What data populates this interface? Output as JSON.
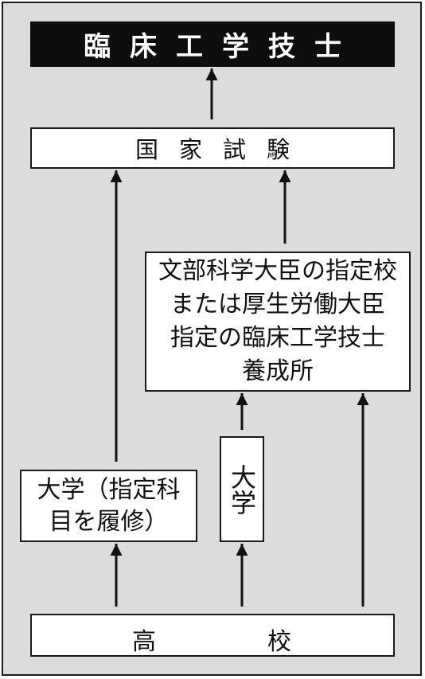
{
  "boxes": {
    "title": "臨床工学技士",
    "exam": "国家試験",
    "school": [
      "文部科学大臣の指定校",
      "または厚生労働大臣",
      "指定の臨床工学技士",
      "養成所"
    ],
    "univ_spec": [
      "大学（指定科",
      "目を履修）"
    ],
    "univ": "大学",
    "high_school": [
      "高",
      "校"
    ]
  },
  "colors": {
    "background": "#dcdcdc",
    "box_fill": "#ffffff",
    "title_fill": "#0e0e0e",
    "line": "#111111"
  }
}
